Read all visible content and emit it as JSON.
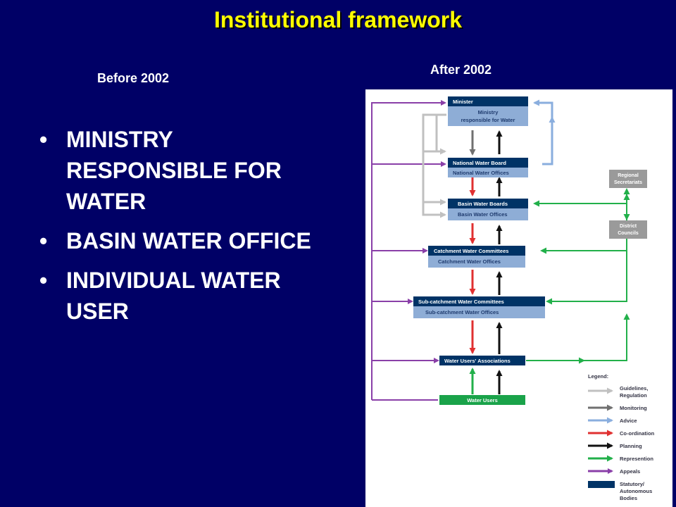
{
  "slide": {
    "title": "Institutional framework",
    "before_label": "Before 2002",
    "after_label": "After 2002",
    "bullets": [
      "MINISTRY RESPONSIBLE FOR WATER",
      "BASIN WATER OFFICE",
      "INDIVIDUAL WATER USER"
    ]
  },
  "diagram": {
    "minister": {
      "title": "Minister",
      "sub_line1": "Ministry",
      "sub_line2": "responsible for Water"
    },
    "nwb": {
      "title": "National Water Board",
      "sub": "National Water Offices"
    },
    "bwb": {
      "title": "Basin Water Boards",
      "sub": "Basin Water Offices"
    },
    "cwc": {
      "title": "Catchment Water Committees",
      "sub": "Catchment Water Offices"
    },
    "scwc": {
      "title": "Sub-catchment Water Committees",
      "sub": "Sub-catchment Water Offices"
    },
    "wua": {
      "title": "Water Users' Associations"
    },
    "wu": {
      "title": "Water Users"
    },
    "regional": {
      "line1": "Regional",
      "line2": "Secretariats"
    },
    "district": {
      "line1": "District",
      "line2": "Councils"
    },
    "legend": {
      "title": "Legend:",
      "items": {
        "guidelines_l1": "Guidelines,",
        "guidelines_l2": "Regulation",
        "monitoring": "Monitoring",
        "advice": "Advice",
        "coordination": "Co-ordination",
        "planning": "Planning",
        "representation": "Represention",
        "appeals": "Appeals",
        "statutory_l1": "Statutory/",
        "statutory_l2": "Autonomous",
        "statutory_l3": "Bodies"
      }
    },
    "colors": {
      "title_yellow": "#ffff00",
      "background": "#000066",
      "box_dark": "#003366",
      "box_light": "#8eadd6",
      "water_users": "#1aa34a",
      "side_box": "#9a9a9a",
      "guidelines": "#c0c0c0",
      "monitoring": "#707070",
      "advice": "#8aaede",
      "coordination": "#e03030",
      "planning": "#111111",
      "representation": "#22b04a",
      "appeals": "#8a3fa8"
    }
  }
}
